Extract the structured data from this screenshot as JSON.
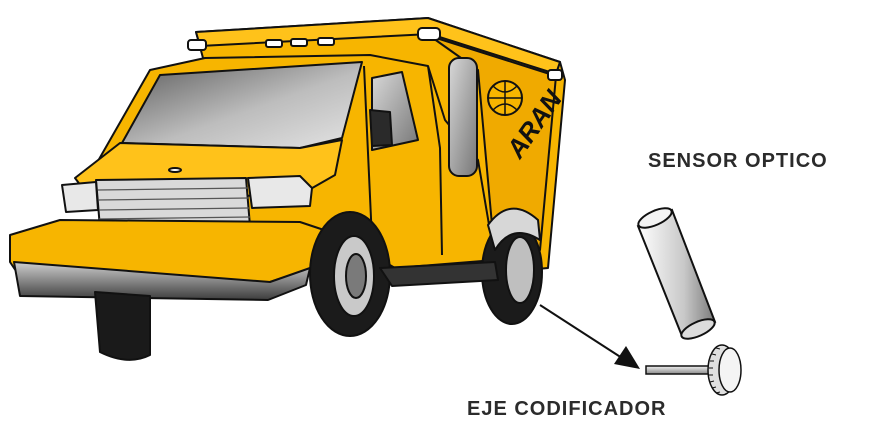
{
  "labels": {
    "sensor": "SENSOR OPTICO",
    "shaft": "EJE CODIFICADOR"
  },
  "van": {
    "logo_text": "ARAN",
    "body_color": "#F7B500",
    "shade_color": "#D99A00",
    "outline_color": "#111111"
  }
}
